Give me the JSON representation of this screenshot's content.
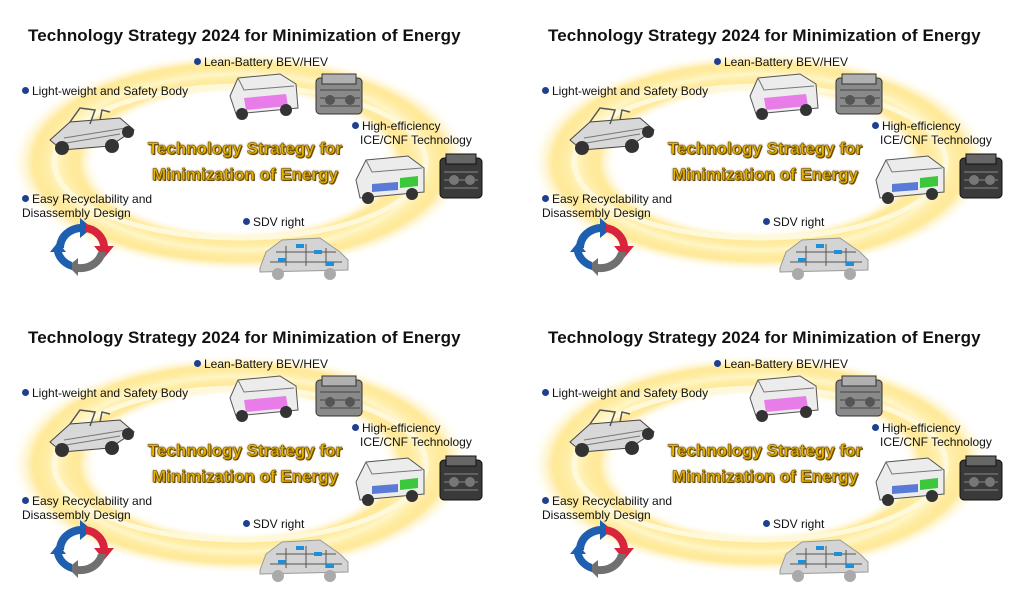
{
  "panels": [
    {
      "title": "Technology Strategy 2024 for Minimization of Energy",
      "center_line1": "Technology Strategy for",
      "center_line2": "Minimization of Energy",
      "labels": {
        "lean_battery": "Lean-Battery BEV/HEV",
        "light_weight": "Light-weight and Safety Body",
        "high_eff_line1": "High-efficiency",
        "high_eff_line2": "ICE/CNF Technology",
        "recycle_line1": "Easy Recyclability and",
        "recycle_line2": "Disassembly Design",
        "sdv": "SDV right"
      }
    },
    {
      "title": "Technology Strategy 2024 for Minimization of Energy",
      "center_line1": "Technology Strategy for",
      "center_line2": "Minimization of Energy",
      "labels": {
        "lean_battery": "Lean-Battery BEV/HEV",
        "light_weight": "Light-weight and Safety Body",
        "high_eff_line1": "High-efficiency",
        "high_eff_line2": "ICE/CNF Technology",
        "recycle_line1": "Easy Recyclability and",
        "recycle_line2": "Disassembly Design",
        "sdv": "SDV right"
      }
    },
    {
      "title": "Technology Strategy 2024 for Minimization of Energy",
      "center_line1": "Technology Strategy for",
      "center_line2": "Minimization of Energy",
      "labels": {
        "lean_battery": "Lean-Battery BEV/HEV",
        "light_weight": "Light-weight and Safety Body",
        "high_eff_line1": "High-efficiency",
        "high_eff_line2": "ICE/CNF Technology",
        "recycle_line1": "Easy Recyclability and",
        "recycle_line2": "Disassembly Design",
        "sdv": "SDV right"
      }
    },
    {
      "title": "Technology Strategy 2024 for Minimization of Energy",
      "center_line1": "Technology Strategy for",
      "center_line2": "Minimization of Energy",
      "labels": {
        "lean_battery": "Lean-Battery BEV/HEV",
        "light_weight": "Light-weight and Safety Body",
        "high_eff_line1": "High-efficiency",
        "high_eff_line2": "ICE/CNF Technology",
        "recycle_line1": "Easy Recyclability and",
        "recycle_line2": "Disassembly Design",
        "sdv": "SDV right"
      }
    }
  ],
  "colors": {
    "bullet": "#1f3f8f",
    "ring_glow": "#ffd84a",
    "ring_core": "#fff6c8",
    "center_text": "#e6b400",
    "battery": "#e87ce8",
    "motor": "#3cc83c",
    "sdv_blue": "#1e90d8",
    "recycle_blue": "#1f5fb0",
    "recycle_red": "#d8243c",
    "recycle_gray": "#707070"
  },
  "icons": {
    "bullet": "bullet-dot-icon",
    "chassis": "car-chassis-icon",
    "bev": "bev-vehicle-icon",
    "engine": "engine-icon",
    "hev": "hev-vehicle-icon",
    "recycle": "recycle-cycle-icon",
    "sdv": "sdv-car-icon"
  }
}
